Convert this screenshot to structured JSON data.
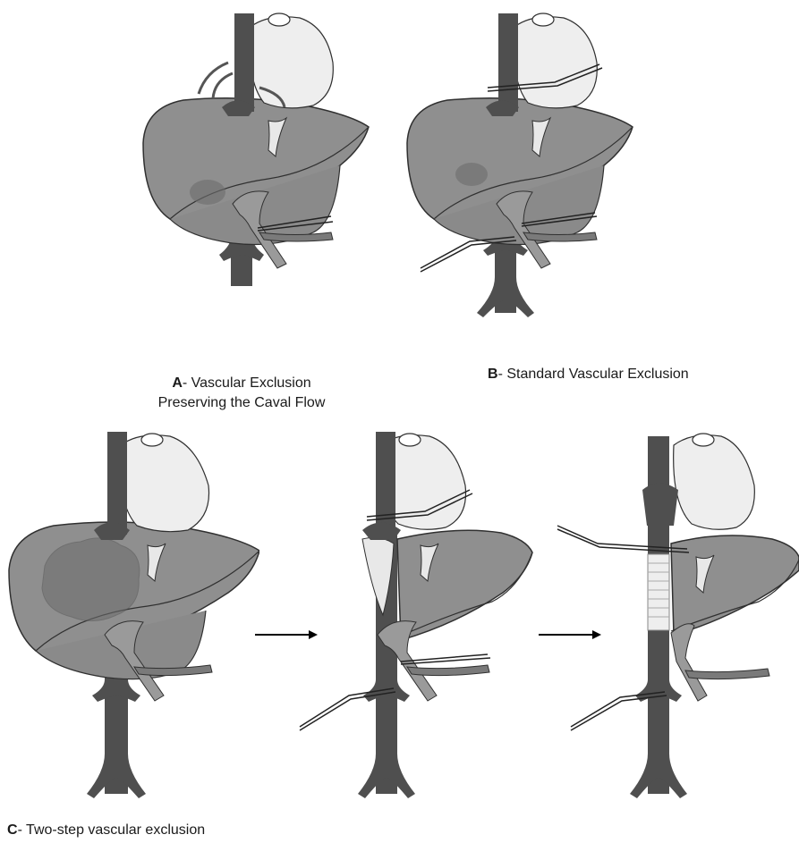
{
  "captions": {
    "a": {
      "letter": "A",
      "text_line1": "- Vascular Exclusion",
      "text_line2": "Preserving the Caval Flow"
    },
    "b": {
      "letter": "B",
      "text": "- Standard Vascular Exclusion"
    },
    "c": {
      "letter": "C",
      "text": "- Two-step vascular exclusion"
    }
  },
  "colors": {
    "liver": "#8f8f8f",
    "liver_dark": "#7a7a7a",
    "liver_outline": "#303030",
    "heart": "#eeeeee",
    "vessel": "#4f4f4f",
    "vessel_light": "#9a9a9a",
    "ligament": "#e8e8e8",
    "tumor": "#6c6c6c"
  }
}
